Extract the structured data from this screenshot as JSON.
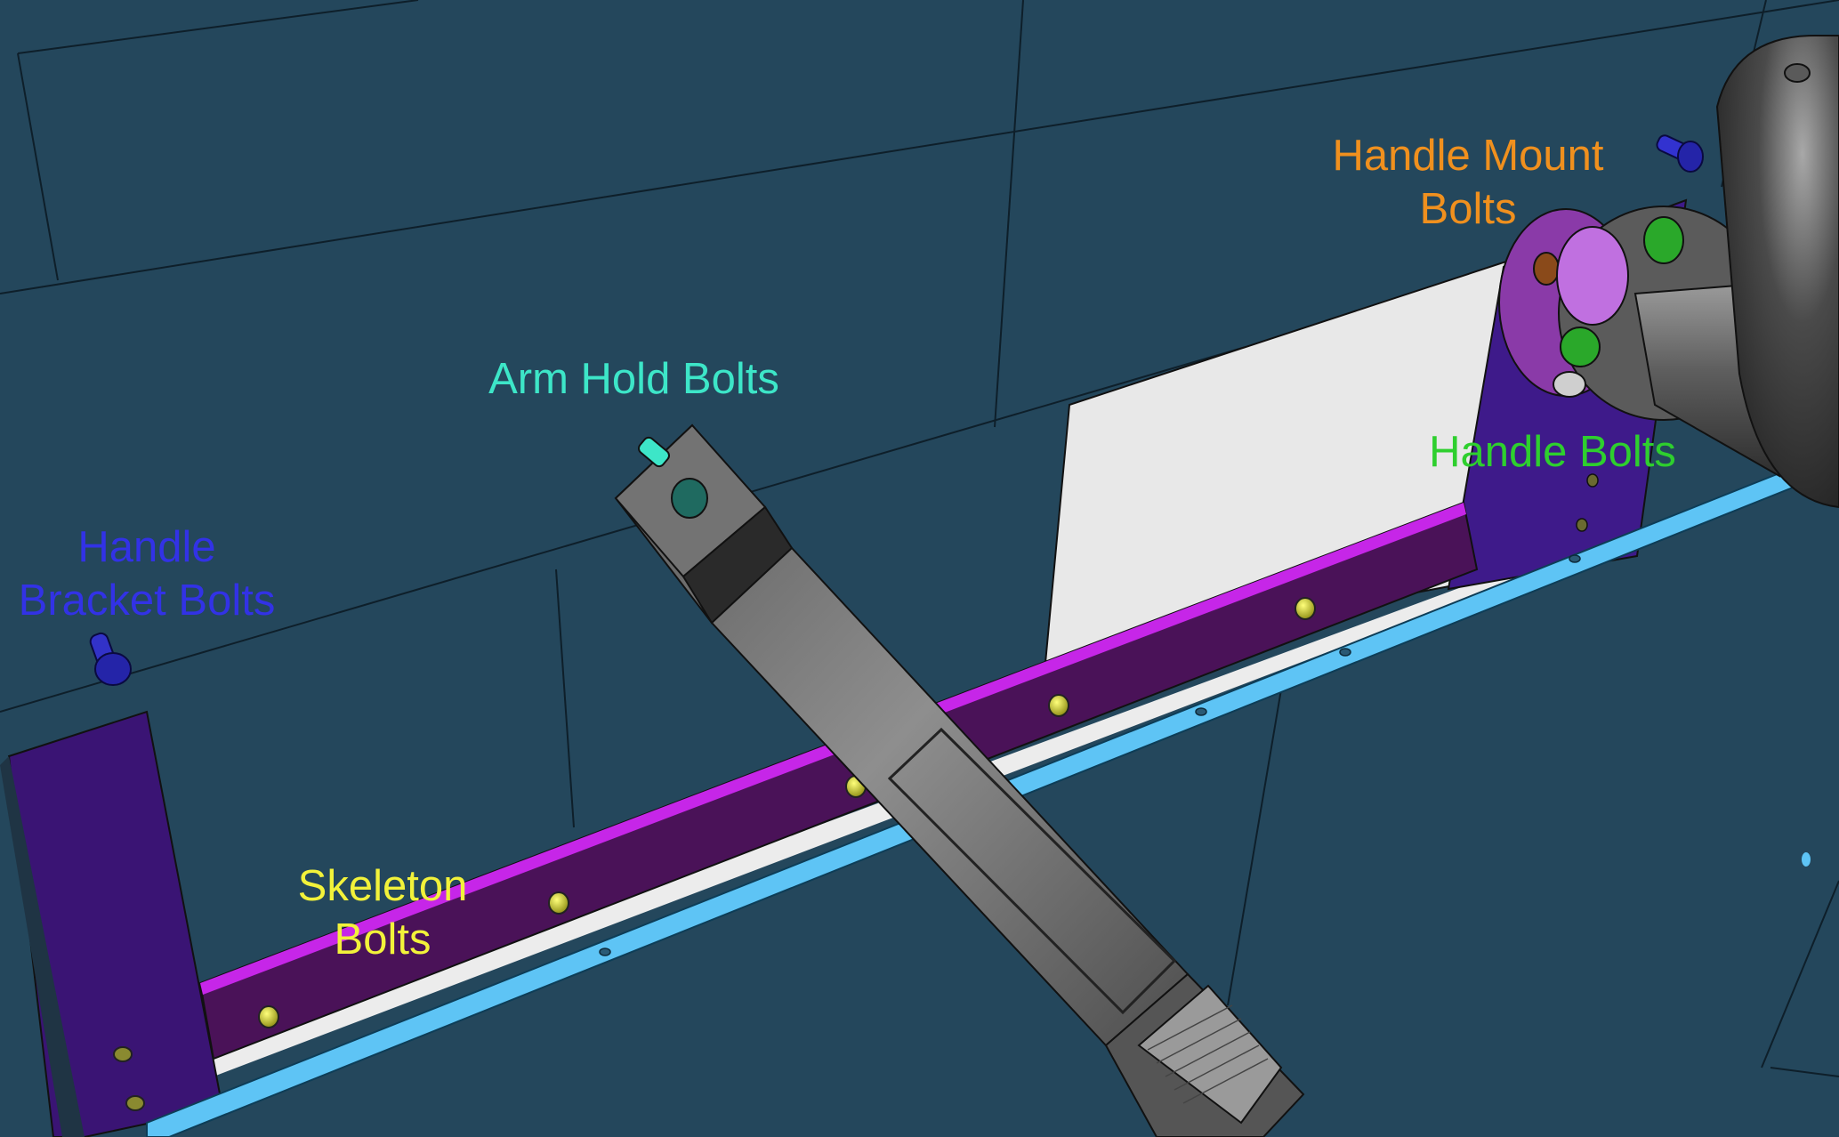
{
  "colors": {
    "background": "#24475c",
    "frame_purple": "#4a1258",
    "frame_highlight": "#c626e8",
    "rail_blue": "#5ec4f5",
    "arm_gray": "#7a7a7a",
    "panel_white": "#e8e8e8"
  },
  "labels": {
    "handle_mount": {
      "line1": "Handle Mount",
      "line2": "Bolts",
      "color": "#f0901e"
    },
    "arm_hold": {
      "line1": "Arm Hold Bolts",
      "color": "#3de6c8"
    },
    "handle": {
      "line1": "Handle Bolts",
      "color": "#2ecf2e"
    },
    "handle_bracket": {
      "line1": "Handle",
      "line2": "Bracket Bolts",
      "color": "#3232e6"
    },
    "skeleton": {
      "line1": "Skeleton",
      "line2": "Bolts",
      "color": "#f2f23a"
    }
  }
}
